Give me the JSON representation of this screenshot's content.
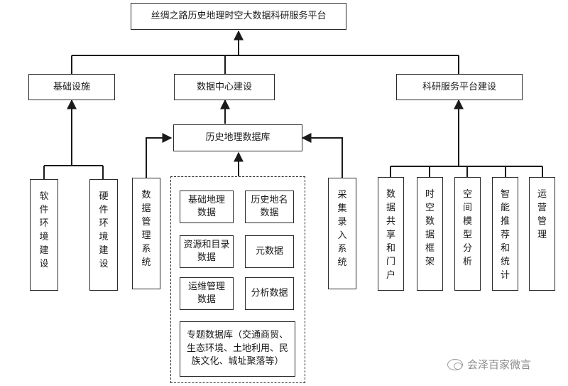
{
  "title": "丝绸之路历史地理时空大数据科研服务平台",
  "level2": {
    "infrastructure": "基础设施",
    "data_center": "数据中心建设",
    "research_platform": "科研服务平台建设"
  },
  "database": "历史地理数据库",
  "infrastructure_children": {
    "software": "软件环境建设",
    "hardware": "硬件环境建设"
  },
  "data_management": "数据管理系统",
  "data_collection": "采集录入系统",
  "database_contents": {
    "basic_geo": "基础地理数据",
    "historical_place_names": "历史地名数据",
    "resources_catalog": "资源和目录数据",
    "metadata": "元数据",
    "ops_management": "运维管理数据",
    "analysis": "分析数据",
    "thematic": "专题数据库（交通商贸、生态环境、土地利用、民族文化、城址聚落等）"
  },
  "research_children": {
    "sharing_portal": "数据共享和门户",
    "spatiotemporal_framework": "时空数据框架",
    "spatial_analysis": "空间模型分析",
    "recommend_stats": "智能推荐和统计",
    "operations": "运营管理"
  },
  "watermark": "会泽百家微言"
}
